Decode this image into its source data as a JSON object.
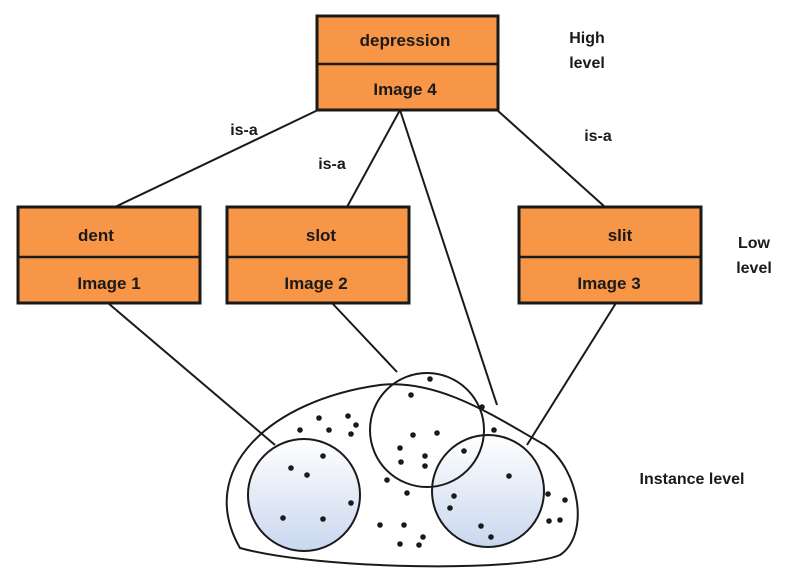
{
  "colors": {
    "box_fill": "#f79646",
    "stroke": "#1a1a1a",
    "circle_fill_top": "#ffffff",
    "circle_fill_bottom": "#c9d7ee"
  },
  "concepts": {
    "depression": {
      "name": "depression",
      "image": "Image 4"
    },
    "dent": {
      "name": "dent",
      "image": "Image 1"
    },
    "slot": {
      "name": "slot",
      "image": "Image 2"
    },
    "slit": {
      "name": "slit",
      "image": "Image 3"
    }
  },
  "relations": {
    "dent": "is-a",
    "slot": "is-a",
    "slit": "is-a"
  },
  "levels": {
    "high_line1": "High",
    "high_line2": "level",
    "low_line1": "Low",
    "low_line2": "level",
    "instance": "Instance level"
  }
}
